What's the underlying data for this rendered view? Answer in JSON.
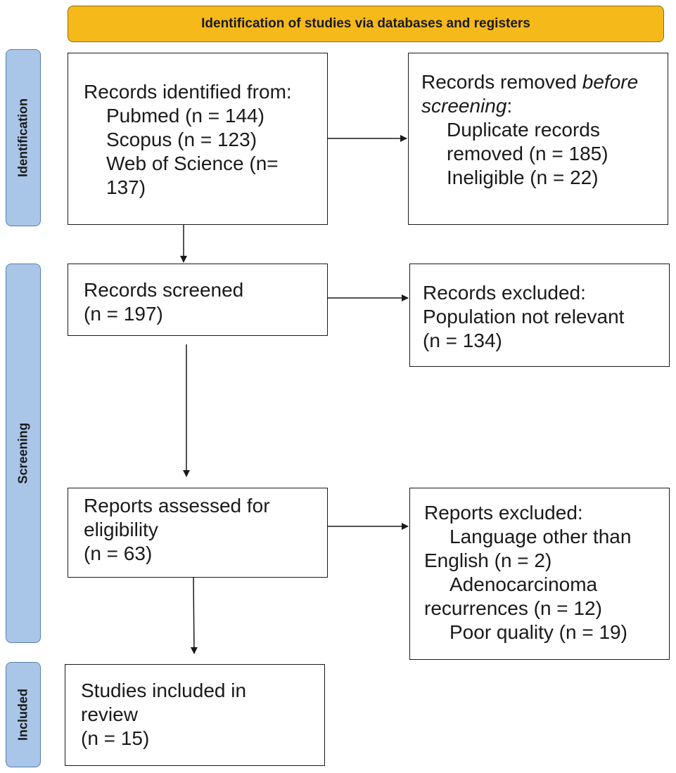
{
  "banner": "Identification of studies via databases and registers",
  "stages": {
    "identification": "Identification",
    "screening": "Screening",
    "included": "Included"
  },
  "identified": {
    "title": "Records identified from:",
    "sources": [
      "Pubmed (n = 144)",
      "Scopus (n = 123)",
      "Web of Science (n=",
      "137)"
    ]
  },
  "removed": {
    "title_a": "Records removed ",
    "title_b": "before",
    "title_c": "screening",
    "title_d": ":",
    "lines": [
      "Duplicate records",
      "removed (n = 185)",
      "Ineligible (n = 22)"
    ]
  },
  "screened": {
    "lines": [
      "Records screened",
      "(n = 197)"
    ]
  },
  "excluded": {
    "lines": [
      "Records excluded:",
      "Population not relevant",
      "(n = 134)"
    ]
  },
  "assessed": {
    "lines": [
      "Reports assessed for",
      "eligibility",
      "(n = 63)"
    ]
  },
  "reports_excluded": {
    "title": "Reports excluded:",
    "lines": [
      "Language other than",
      "English (n = 2)",
      "Adenocarcinoma",
      "recurrences (n = 12)",
      "Poor quality (n = 19)"
    ]
  },
  "included": {
    "lines": [
      "Studies included in",
      "review",
      "(n = 15)"
    ]
  }
}
